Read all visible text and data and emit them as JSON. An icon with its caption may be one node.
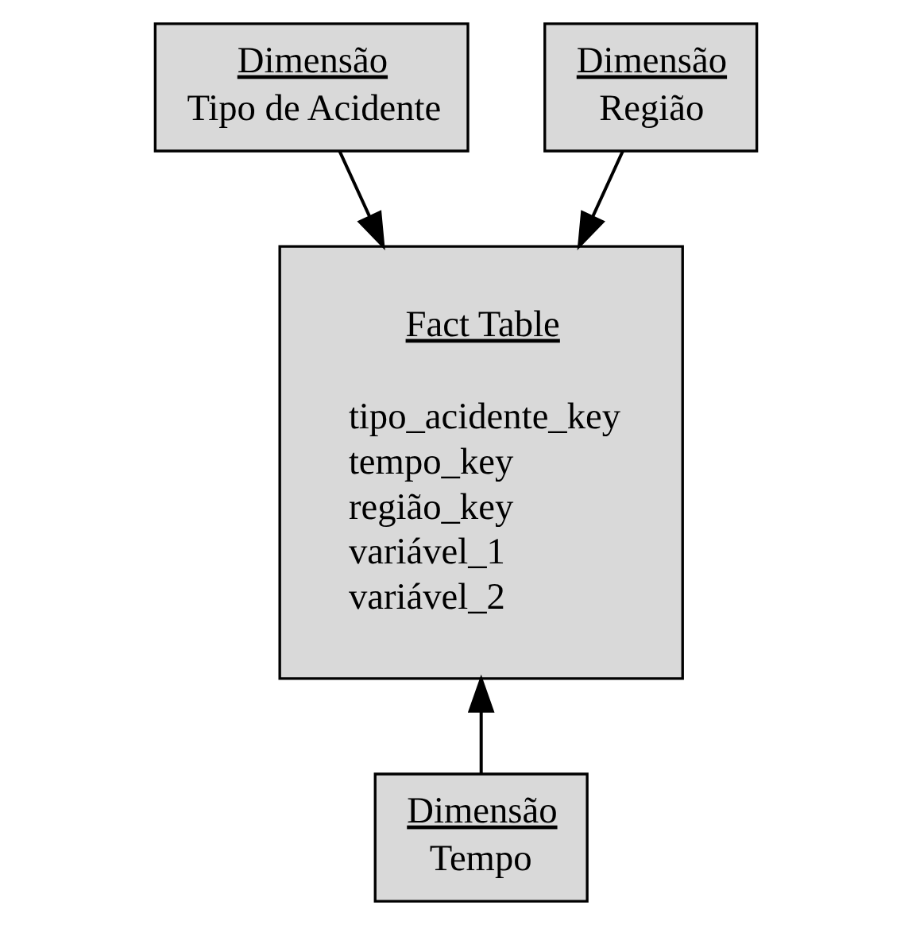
{
  "diagram": {
    "nodes": [
      {
        "text": [
          "Dimensão",
          "Tipo de Acidente"
        ]
      },
      {
        "text": [
          "Dimensão",
          "Região"
        ]
      },
      {
        "text": [
          "Fact Table",
          "tipo_acidente_key",
          "tempo_key",
          "região_key",
          "variável_1",
          "variável_2"
        ]
      },
      {
        "text": [
          "Dimensão",
          "Tempo"
        ]
      }
    ],
    "edges": [
      {
        "from": 0,
        "to": 2,
        "arrow": "to"
      },
      {
        "from": 1,
        "to": 2,
        "arrow": "to"
      },
      {
        "from": 3,
        "to": 2,
        "arrow": "to"
      }
    ]
  }
}
